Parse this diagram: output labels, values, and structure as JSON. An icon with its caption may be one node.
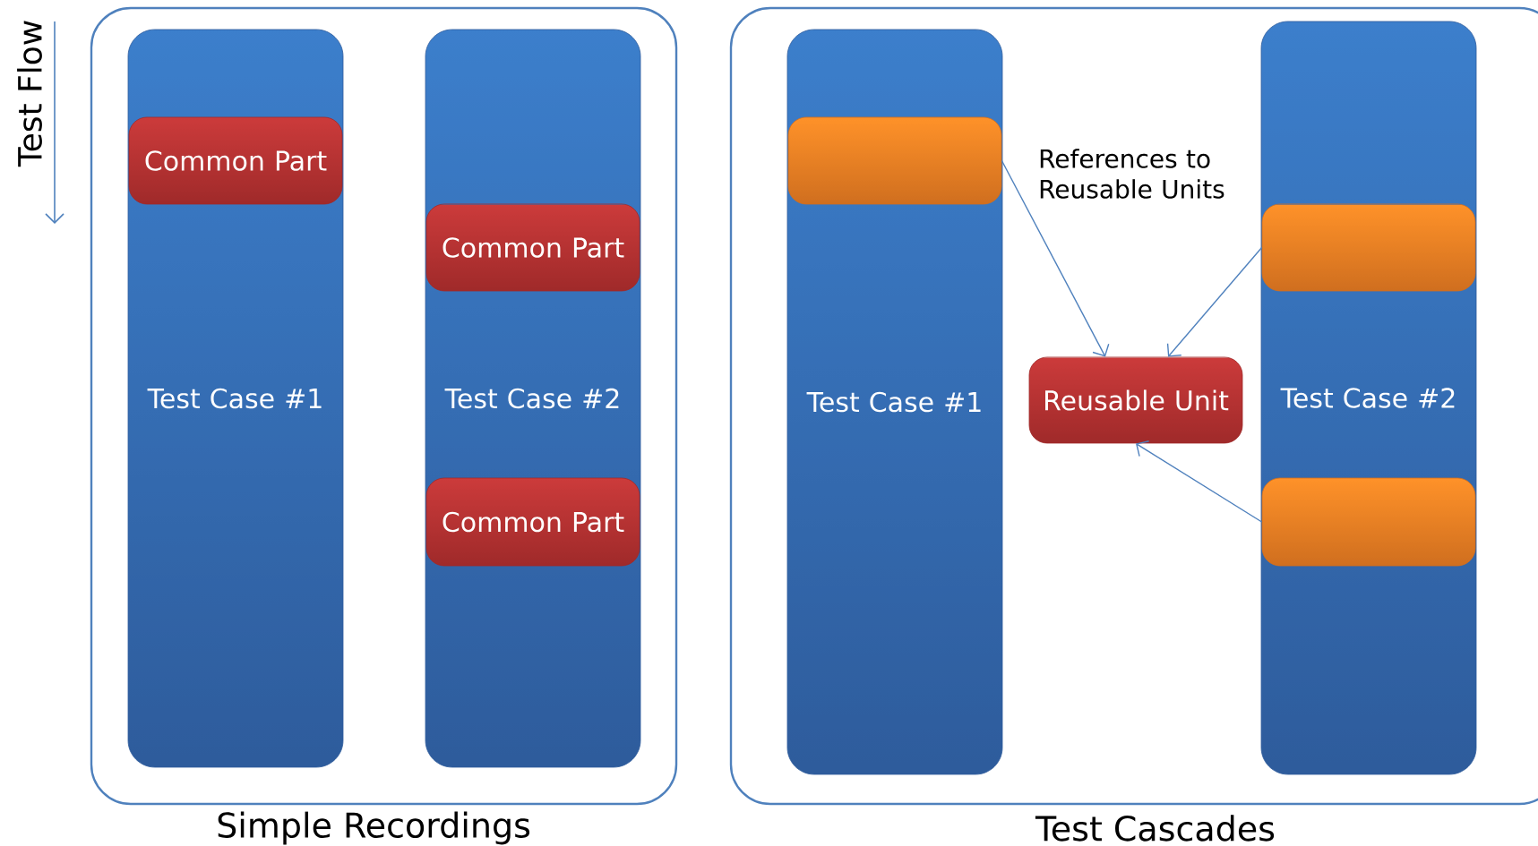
{
  "diagram": {
    "nodes": [
      {
        "text": [
          "Simple Recordings"
        ]
      },
      {
        "text": [
          "Test Case #1"
        ],
        "in": 0
      },
      {
        "text": [
          "Common Part"
        ],
        "in": 1
      },
      {
        "text": [
          "Test Case #2"
        ],
        "in": 0
      },
      {
        "text": [
          "Common Part"
        ],
        "in": 3
      },
      {
        "text": [
          "Common Part"
        ],
        "in": 3
      },
      {
        "text": [
          "Test Cascades"
        ]
      },
      {
        "text": [
          "Test Case #1"
        ],
        "in": 6
      },
      {
        "text": [],
        "shape": "box",
        "in": 7
      },
      {
        "text": [
          "Reusable Unit"
        ],
        "in": 6
      },
      {
        "text": [
          "Test Case #2"
        ],
        "in": 6
      },
      {
        "text": [],
        "shape": "box",
        "in": 10
      },
      {
        "text": [],
        "shape": "box",
        "in": 10
      }
    ],
    "edges": [
      {
        "from": 8,
        "to": 9,
        "arrow": "to"
      },
      {
        "from": 11,
        "to": 9,
        "arrow": "to"
      },
      {
        "from": 12,
        "to": 9,
        "arrow": "to"
      }
    ],
    "labels": [
      "Test Flow",
      "References to Reusable Units"
    ]
  }
}
